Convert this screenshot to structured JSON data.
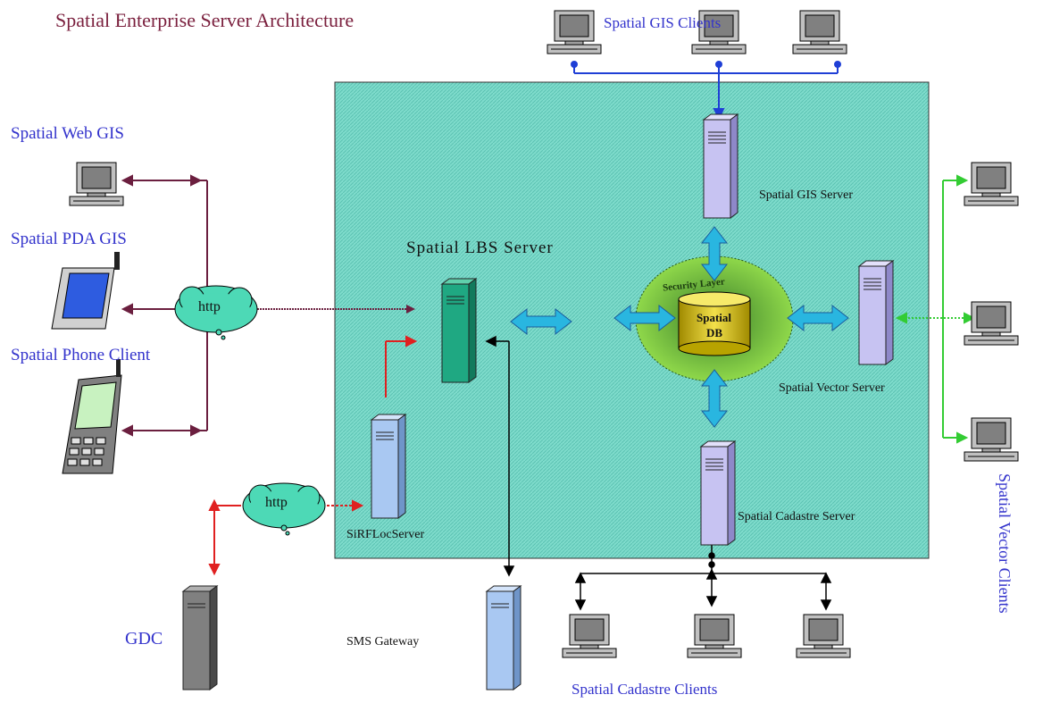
{
  "title": "Spatial Enterprise Server Architecture",
  "labels": {
    "gis_clients": "Spatial GIS Clients",
    "web_gis": "Spatial Web GIS",
    "pda_gis": "Spatial PDA GIS",
    "phone_client": "Spatial Phone Client",
    "lbs_server": "Spatial LBS Server",
    "gis_server": "Spatial GIS Server",
    "vector_server": "Spatial Vector Server",
    "cadastre_server": "Spatial Cadastre Server",
    "sirfloc_server": "SiRFLocServer",
    "sms_gateway": "SMS Gateway",
    "gdc": "GDC",
    "cadastre_clients": "Spatial Cadastre Clients",
    "vector_clients": "Spatial Vector Clients",
    "http_1": "http",
    "http_2": "http",
    "security_layer": "Security Layer",
    "db_line1": "Spatial",
    "db_line2": "DB"
  },
  "colors": {
    "title": "#7a1f3d",
    "label_blue": "#3333cc",
    "panel": "#6ed3c3",
    "web_link": "#6b1f3f",
    "gis_link": "#1f3fd6",
    "vector_link": "#33cc33",
    "red_link": "#e02020",
    "db_arrow": "#29b6e0"
  }
}
